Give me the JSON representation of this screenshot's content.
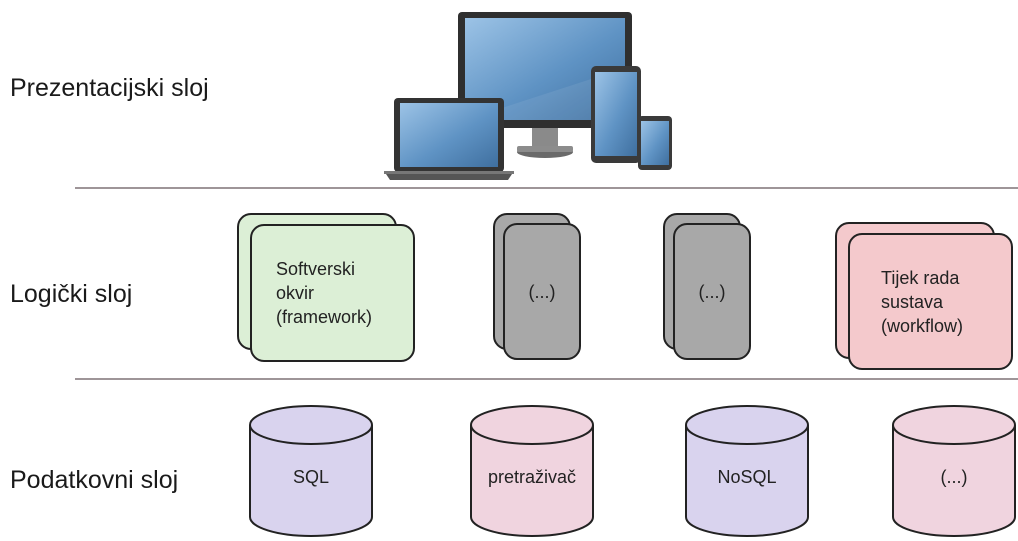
{
  "layers": {
    "presentation": "Prezentacijski sloj",
    "logic": "Logički sloj",
    "data": "Podatkovni sloj"
  },
  "logic_cards": [
    {
      "text": "Softverski\nokvir\n(framework)",
      "color": "#dcefd6"
    },
    {
      "text": "(...)",
      "color": "#a8a8a8"
    },
    {
      "text": "(...)",
      "color": "#a8a8a8"
    },
    {
      "text": "Tijek rada\nsustava\n(workflow)",
      "color": "#f4c9cc"
    }
  ],
  "data_stores": [
    {
      "text": "SQL",
      "color": "#d9d3ee"
    },
    {
      "text": "pretraživač",
      "color": "#f0d4df"
    },
    {
      "text": "NoSQL",
      "color": "#d9d3ee"
    },
    {
      "text": "(...)",
      "color": "#f0d4df"
    }
  ],
  "colors": {
    "divider": "#9e9598",
    "device_screen": "#6f9ec9",
    "device_frame": "#3a3a3a"
  }
}
